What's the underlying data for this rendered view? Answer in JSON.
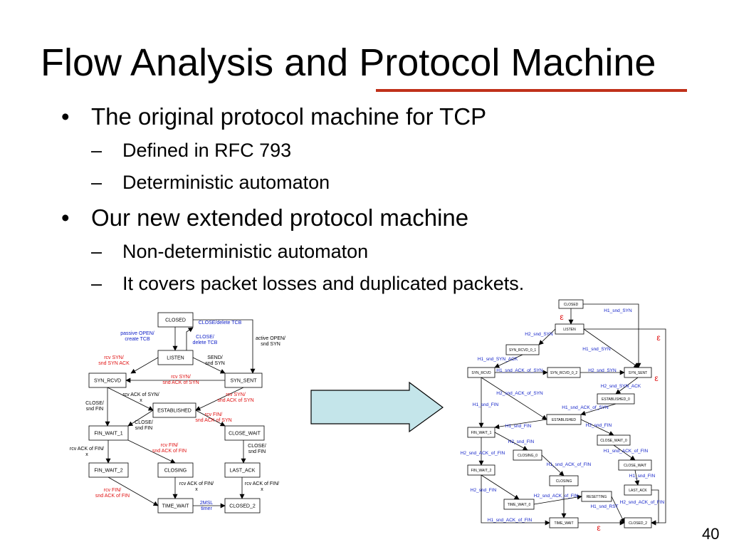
{
  "title": "Flow Analysis and Protocol Machine",
  "colors": {
    "rule": "#c0311a",
    "label_red": "#e01010",
    "label_blue": "#1020c8",
    "arrow_fill": "#c4e5ea"
  },
  "bullets": [
    {
      "text": "The original protocol machine for TCP",
      "subs": [
        "Defined in RFC 793",
        "Deterministic automaton"
      ]
    },
    {
      "text": "Our new extended protocol machine",
      "subs": [
        "Non-deterministic automaton",
        "It covers packet losses and duplicated packets."
      ]
    }
  ],
  "bullet_marker": "•",
  "sub_marker": "–",
  "page_number": "40",
  "left_diagram": {
    "states": [
      {
        "id": "closed",
        "label": "CLOSED"
      },
      {
        "id": "listen",
        "label": "LISTEN"
      },
      {
        "id": "syn_rcvd",
        "label": "SYN_RCVD"
      },
      {
        "id": "syn_sent",
        "label": "SYN_SENT"
      },
      {
        "id": "established",
        "label": "ESTABLISHED"
      },
      {
        "id": "fin_wait_1",
        "label": "FIN_WAIT_1"
      },
      {
        "id": "close_wait",
        "label": "CLOSE_WAIT"
      },
      {
        "id": "fin_wait_2",
        "label": "FIN_WAIT_2"
      },
      {
        "id": "closing",
        "label": "CLOSING"
      },
      {
        "id": "last_ack",
        "label": "LAST_ACK"
      },
      {
        "id": "time_wait",
        "label": "TIME_WAIT"
      },
      {
        "id": "closed_2",
        "label": "CLOSED_2"
      }
    ],
    "labels": [
      {
        "id": "close_delete_tcb_1",
        "lines": [
          "CLOSE/delete TCB"
        ],
        "color": "blue"
      },
      {
        "id": "passive_open",
        "lines": [
          "passive OPEN/",
          "create TCB"
        ],
        "color": "blue"
      },
      {
        "id": "close_delete_tcb_2",
        "lines": [
          "CLOSE/",
          "delete TCB"
        ],
        "color": "blue"
      },
      {
        "id": "active_open",
        "lines": [
          "active OPEN/",
          "snd SYN"
        ],
        "color": "black"
      },
      {
        "id": "rcv_syn_ack",
        "lines": [
          "rcv SYN/",
          "snd SYN ACK"
        ],
        "color": "red"
      },
      {
        "id": "send_syn",
        "lines": [
          "SEND/",
          "snd SYN"
        ],
        "color": "black"
      },
      {
        "id": "rcv_syn_ack_syn",
        "lines": [
          "rcv SYN/",
          "snd ACK of SYN"
        ],
        "color": "red"
      },
      {
        "id": "close_fin_1",
        "lines": [
          "CLOSE/",
          "snd FIN"
        ],
        "color": "black"
      },
      {
        "id": "rcv_ack_syn",
        "lines": [
          "rcv ACK of SYN/",
          "x"
        ],
        "color": "black"
      },
      {
        "id": "rcv_syn_ack_syn_2",
        "lines": [
          "rcv SYN/",
          "snd ACK of SYN"
        ],
        "color": "red"
      },
      {
        "id": "close_fin_2",
        "lines": [
          "CLOSE/",
          "snd FIN"
        ],
        "color": "black"
      },
      {
        "id": "rcv_fin_ack_fin_1",
        "lines": [
          "rcv FIN/",
          "snd ACK of SYN"
        ],
        "color": "red"
      },
      {
        "id": "rcv_ack_fin_1",
        "lines": [
          "rcv ACK of FIN/",
          "x"
        ],
        "color": "black"
      },
      {
        "id": "rcv_fin_ack_fin_2",
        "lines": [
          "rcv FIN/",
          "snd ACK of FIN"
        ],
        "color": "red"
      },
      {
        "id": "close_fin_3",
        "lines": [
          "CLOSE/",
          "snd FIN"
        ],
        "color": "black"
      },
      {
        "id": "rcv_ack_fin_2",
        "lines": [
          "rcv ACK of FIN/",
          "x"
        ],
        "color": "black"
      },
      {
        "id": "rcv_ack_fin_3",
        "lines": [
          "rcv ACK of FIN/",
          "x"
        ],
        "color": "black"
      },
      {
        "id": "rcv_fin_ack_fin_3",
        "lines": [
          "rcv FIN/",
          "snd ACK of FIN"
        ],
        "color": "red"
      },
      {
        "id": "timer_2msl",
        "lines": [
          "2MSL",
          "timer"
        ],
        "color": "blue"
      }
    ]
  },
  "right_diagram": {
    "states": [
      {
        "id": "closed",
        "label": "CLOSED"
      },
      {
        "id": "listen",
        "label": "LISTEN"
      },
      {
        "id": "syn_rcvd_0_1",
        "label": "SYN_RCVD_0_1"
      },
      {
        "id": "syn_rcvd",
        "label": "SYN_RCVD"
      },
      {
        "id": "syn_rcvd_0_2",
        "label": "SYN_RCVD_0_2"
      },
      {
        "id": "syn_sent",
        "label": "SYN_SENT"
      },
      {
        "id": "established_0",
        "label": "ESTABLISHED_0"
      },
      {
        "id": "established",
        "label": "ESTABLISHED"
      },
      {
        "id": "fin_wait_1",
        "label": "FIN_WAIT_1"
      },
      {
        "id": "close_wait_0",
        "label": "CLOSE_WAIT_0"
      },
      {
        "id": "closing_0",
        "label": "CLOSING_0"
      },
      {
        "id": "close_wait",
        "label": "CLOSE_WAIT"
      },
      {
        "id": "fin_wait_2",
        "label": "FIN_WAIT_2"
      },
      {
        "id": "closing",
        "label": "CLOSING"
      },
      {
        "id": "last_ack",
        "label": "LAST_ACK"
      },
      {
        "id": "resetting",
        "label": "RESETTING"
      },
      {
        "id": "time_wait_0",
        "label": "TIME_WAIT_0"
      },
      {
        "id": "time_wait",
        "label": "TIME_WAIT"
      },
      {
        "id": "closed_2",
        "label": "CLOSED_2"
      }
    ],
    "labels": [
      {
        "id": "h1_snd_syn_1",
        "text": "H1_snd_SYN"
      },
      {
        "id": "h2_snd_syn_1",
        "text": "H2_snd_SYN"
      },
      {
        "id": "h1_snd_syn_2",
        "text": "H1_snd_SYN"
      },
      {
        "id": "h1_snd_syn_ack",
        "text": "H1_snd_SYN_ACK"
      },
      {
        "id": "h1_snd_ack_of_syn_1",
        "text": "H1_snd_ACK_of_SYN"
      },
      {
        "id": "h2_snd_syn_2",
        "text": "H2_snd_SYN"
      },
      {
        "id": "h2_snd_syn_ack",
        "text": "H2_snd_SYN_ACK"
      },
      {
        "id": "h2_snd_ack_of_syn",
        "text": "H2_snd_ACK_of_SYN"
      },
      {
        "id": "h1_snd_ack_of_syn_2",
        "text": "H1_snd_ACK_of_SYN"
      },
      {
        "id": "h1_snd_fin_1",
        "text": "H1_snd_FIN"
      },
      {
        "id": "h1_snd_fin_2",
        "text": "H1_snd_FIN"
      },
      {
        "id": "h2_snd_fin_1",
        "text": "H2_snd_FIN"
      },
      {
        "id": "h2_snd_fin_2",
        "text": "H2_snd_FIN"
      },
      {
        "id": "h2_snd_ack_of_fin_1",
        "text": "H2_snd_ACK_of_FIN"
      },
      {
        "id": "h1_snd_ack_of_fin_1",
        "text": "H1_snd_ACK_of_FIN"
      },
      {
        "id": "h1_snd_ack_of_fin_2",
        "text": "H1_snd_ACK_of_FIN"
      },
      {
        "id": "h1_snd_fin_3",
        "text": "H1_snd_FIN"
      },
      {
        "id": "h2_snd_fin_3",
        "text": "H2_snd_FIN"
      },
      {
        "id": "h2_snd_ack_of_fin_2",
        "text": "H2_snd_ACK_of_FIN"
      },
      {
        "id": "h2_snd_ack_of_fin_3",
        "text": "H2_snd_ACK_of_FIN"
      },
      {
        "id": "h1_snd_rst",
        "text": "H1_snd_RST"
      },
      {
        "id": "h1_snd_ack_of_fin_3",
        "text": "H1_snd_ACK_of_FIN"
      }
    ],
    "epsilon": "ε"
  }
}
